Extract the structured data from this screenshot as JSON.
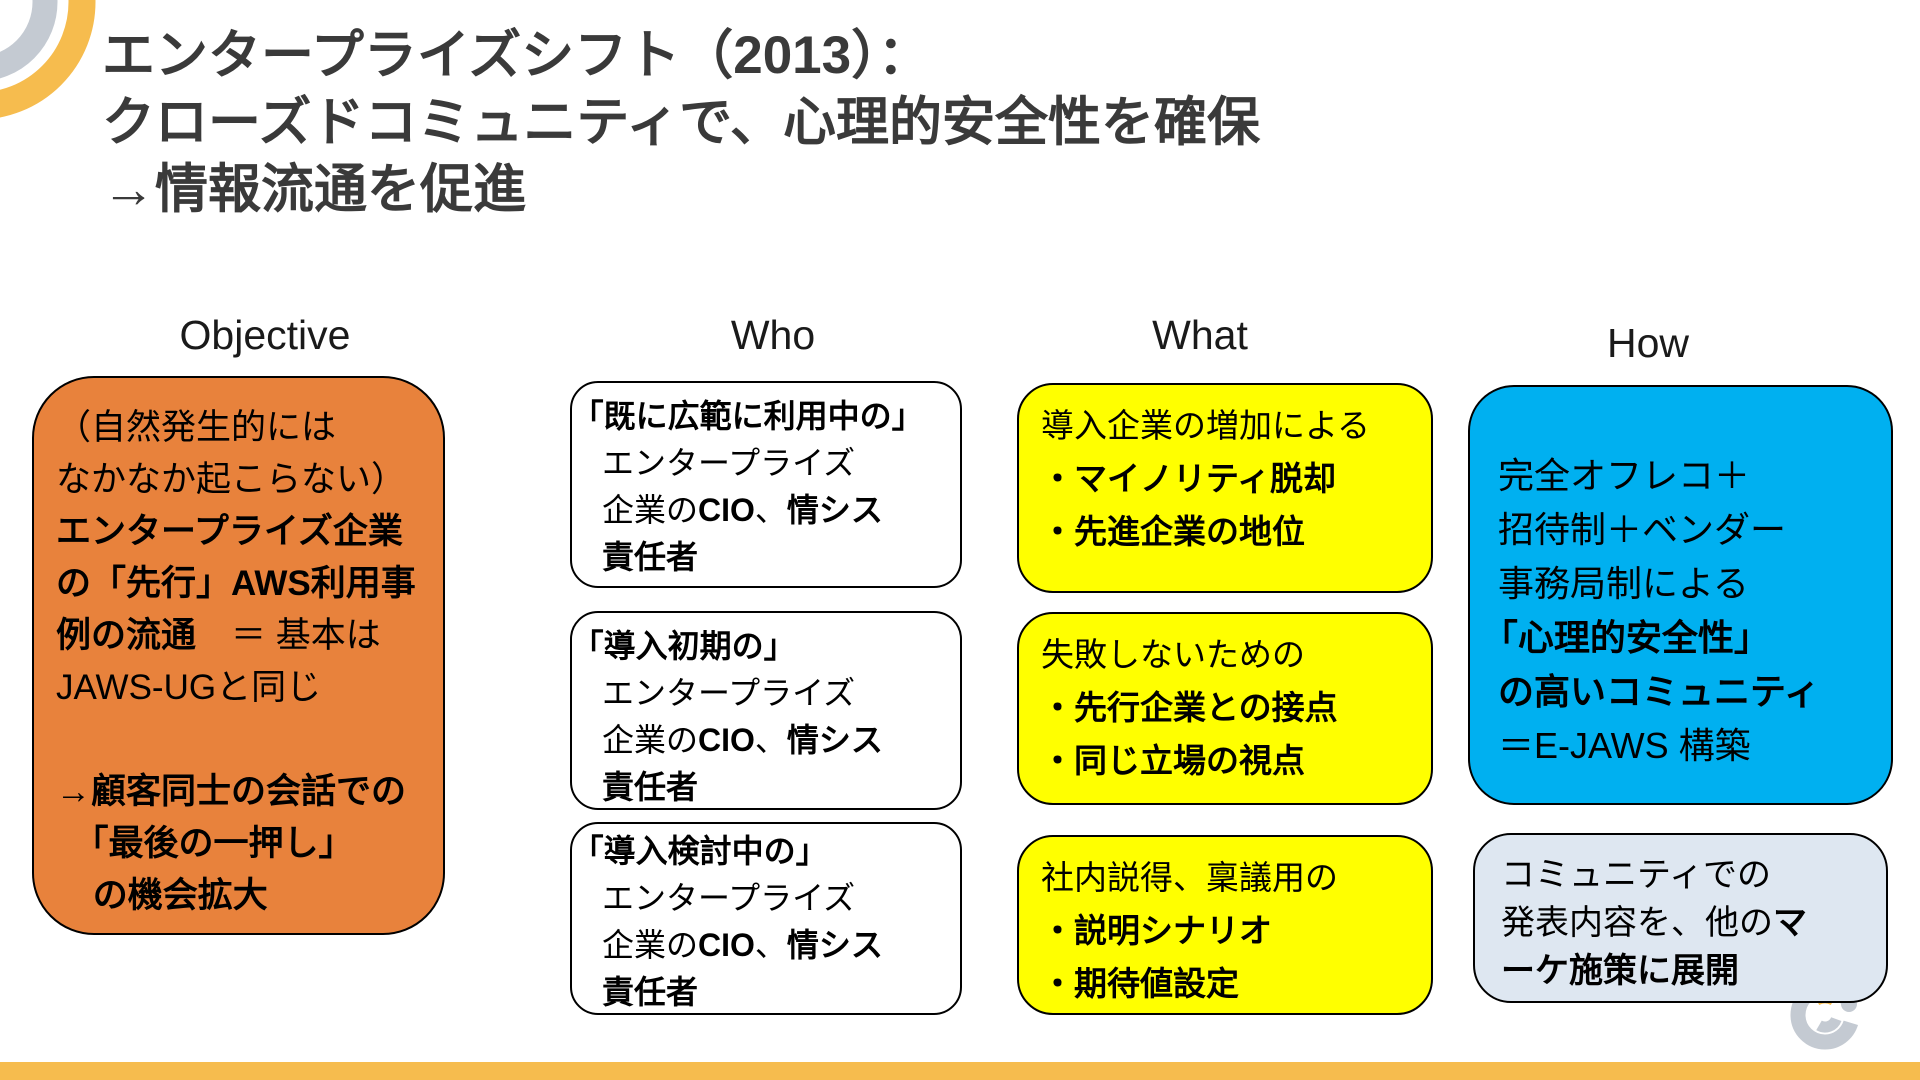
{
  "title": {
    "lines": [
      "エンタープライズシフト（2013）：",
      "クローズドコミュニティで、心理的安全性を確保",
      "→情報流通を促進"
    ]
  },
  "headers": {
    "objective": "Objective",
    "who": "Who",
    "what": "What",
    "how": "How"
  },
  "objective_box": {
    "lines": [
      {
        "seg": [
          {
            "t": "（自然発生的には"
          }
        ]
      },
      {
        "seg": [
          {
            "t": "なかなか起こらない）"
          }
        ]
      },
      {
        "seg": [
          {
            "t": "エンタープライズ企業",
            "b": 1
          }
        ]
      },
      {
        "seg": [
          {
            "t": "の「先行」AWS利用事",
            "b": 1
          }
        ]
      },
      {
        "seg": [
          {
            "t": "例の流通",
            "b": 1
          },
          {
            "t": "　＝ 基本は"
          }
        ]
      },
      {
        "seg": [
          {
            "t": "JAWS-UGと同じ"
          }
        ]
      },
      {
        "seg": []
      },
      {
        "seg": [
          {
            "t": "→顧客同士の会話での",
            "b": 1
          }
        ]
      },
      {
        "i": 0.5,
        "seg": [
          {
            "t": "「最後の一押し」",
            "b": 1
          }
        ]
      },
      {
        "i": 1.05,
        "seg": [
          {
            "t": "の機会拡大",
            "b": 1
          }
        ]
      }
    ]
  },
  "who_boxes": [
    {
      "lines": [
        {
          "i": -0.45,
          "seg": [
            {
              "t": "「既に広範に利用中の」",
              "b": 1
            }
          ]
        },
        {
          "i": 0.5,
          "seg": [
            {
              "t": "エンタープライズ"
            }
          ]
        },
        {
          "i": 0.5,
          "seg": [
            {
              "t": "企業の"
            },
            {
              "t": "CIO",
              "b": 1
            },
            {
              "t": "、"
            },
            {
              "t": "情シス",
              "b": 1
            }
          ]
        },
        {
          "i": 0.5,
          "seg": [
            {
              "t": "責任者",
              "b": 1
            }
          ]
        }
      ]
    },
    {
      "lines": [
        {
          "i": -0.45,
          "seg": [
            {
              "t": "「導入初期の」",
              "b": 1
            }
          ]
        },
        {
          "i": 0.5,
          "seg": [
            {
              "t": "エンタープライズ"
            }
          ]
        },
        {
          "i": 0.5,
          "seg": [
            {
              "t": "企業の"
            },
            {
              "t": "CIO",
              "b": 1
            },
            {
              "t": "、"
            },
            {
              "t": "情シス",
              "b": 1
            }
          ]
        },
        {
          "i": 0.5,
          "seg": [
            {
              "t": "責任者",
              "b": 1
            }
          ]
        }
      ]
    },
    {
      "lines": [
        {
          "i": -0.45,
          "seg": [
            {
              "t": "「導入検討中の」",
              "b": 1
            }
          ]
        },
        {
          "i": 0.5,
          "seg": [
            {
              "t": "エンタープライズ"
            }
          ]
        },
        {
          "i": 0.5,
          "seg": [
            {
              "t": "企業の"
            },
            {
              "t": "CIO",
              "b": 1
            },
            {
              "t": "、"
            },
            {
              "t": "情シス",
              "b": 1
            }
          ]
        },
        {
          "i": 0.5,
          "seg": [
            {
              "t": "責任者",
              "b": 1
            }
          ]
        }
      ]
    }
  ],
  "what_boxes": [
    {
      "lines": [
        {
          "seg": [
            {
              "t": "導入企業の増加による"
            }
          ]
        },
        {
          "seg": [
            {
              "t": "・マイノリティ脱却",
              "b": 1
            }
          ]
        },
        {
          "seg": [
            {
              "t": "・先進企業の地位",
              "b": 1
            }
          ]
        }
      ]
    },
    {
      "lines": [
        {
          "seg": [
            {
              "t": "失敗しないための"
            }
          ]
        },
        {
          "seg": [
            {
              "t": "・先行企業との接点",
              "b": 1
            }
          ]
        },
        {
          "seg": [
            {
              "t": "・同じ立場の視点",
              "b": 1
            }
          ]
        }
      ]
    },
    {
      "lines": [
        {
          "seg": [
            {
              "t": "社内説得、稟議用の"
            }
          ]
        },
        {
          "seg": [
            {
              "t": "・説明シナリオ",
              "b": 1
            }
          ]
        },
        {
          "seg": [
            {
              "t": "・期待値設定",
              "b": 1
            }
          ]
        }
      ]
    }
  ],
  "how_boxes": [
    {
      "lines": [
        {
          "seg": [
            {
              "t": "完全オフレコ＋"
            }
          ]
        },
        {
          "seg": [
            {
              "t": "招待制＋ベンダー"
            }
          ]
        },
        {
          "seg": [
            {
              "t": "事務局制による"
            }
          ]
        },
        {
          "i": -0.45,
          "seg": [
            {
              "t": "「心理的安全性」",
              "b": 1
            }
          ]
        },
        {
          "seg": [
            {
              "t": "の高いコミュニティ",
              "b": 1
            }
          ]
        },
        {
          "seg": [
            {
              "t": "＝E-JAWS 構築"
            }
          ]
        }
      ]
    },
    {
      "lines": [
        {
          "seg": [
            {
              "t": "コミュニティでの"
            }
          ]
        },
        {
          "seg": [
            {
              "t": "発表内容を、他の"
            },
            {
              "t": "マ",
              "b": 1
            }
          ]
        },
        {
          "seg": [
            {
              "t": "ーケ施策に展開",
              "b": 1
            }
          ]
        }
      ]
    }
  ],
  "decorations": {
    "top_left_icon": "concentric-rings-icon",
    "bottom_right_icon": "swirl-logo-icon",
    "footer": "accent-bar"
  },
  "colors": {
    "orange": "#E8823C",
    "yellow": "#FFFF00",
    "blue": "#00B0F0",
    "light_blue": "#DEE7F1",
    "gold": "#F6BC4E",
    "arc_gray": "#C4CAD2",
    "ink": "#3A3A3A",
    "box_border": "#000000"
  }
}
